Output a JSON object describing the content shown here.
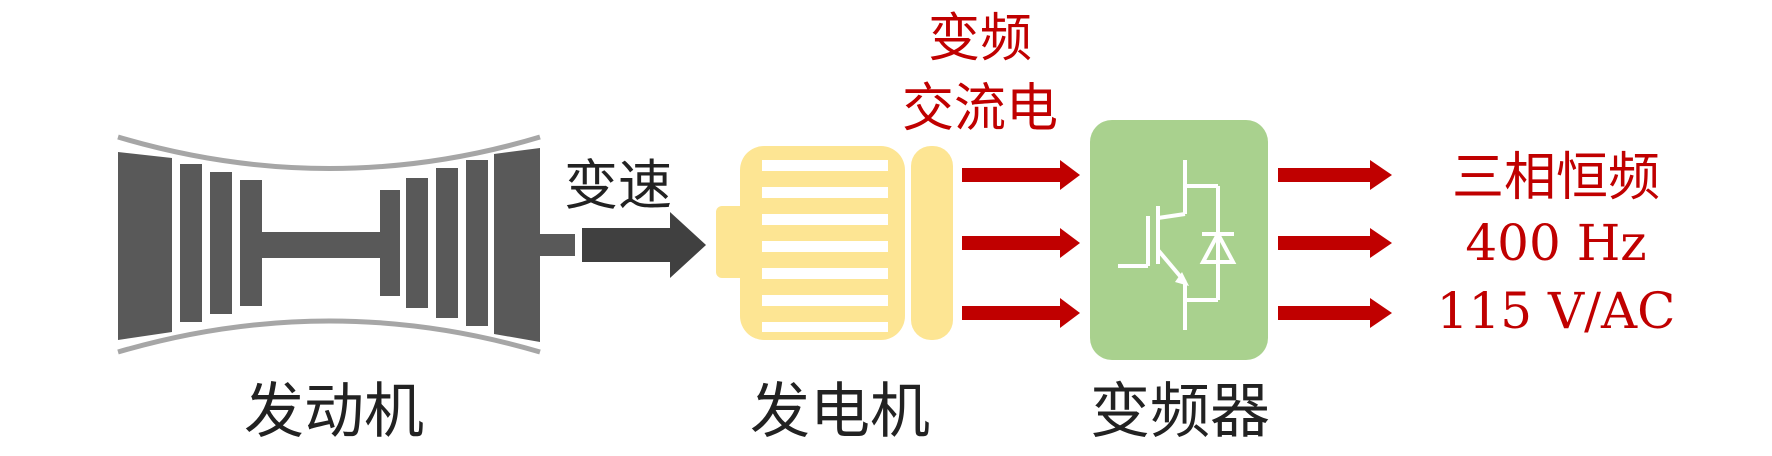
{
  "labels": {
    "engine": "发动机",
    "generator": "发电机",
    "converter": "变频器",
    "speed_change": "变速",
    "vf_line1": "变频",
    "vf_line2": "交流电",
    "output_line1": "三相恒频",
    "output_line2": "400 Hz",
    "output_line3": "115 V/AC"
  },
  "colors": {
    "engine": "#595959",
    "engine_casing": "#a6a6a6",
    "shaft_arrow": "#404040",
    "generator": "#fde593",
    "converter": "#a9d18e",
    "accent_red": "#c00000",
    "text": "#222222"
  },
  "icons": {
    "engine": "turbine-engine-icon",
    "generator": "generator-motor-icon",
    "converter": "igbt-transistor-icon"
  }
}
